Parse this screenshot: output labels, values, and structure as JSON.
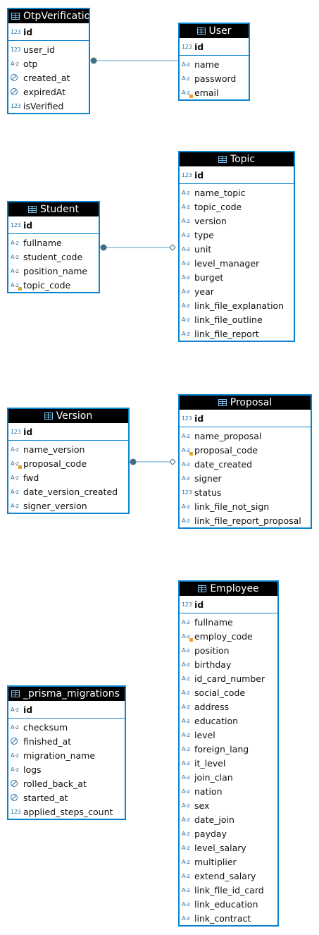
{
  "diagram": {
    "entities": [
      {
        "title": "OtpVerification",
        "primary_key": {
          "name": "id",
          "type_icon": "123"
        },
        "columns": [
          {
            "name": "user_id",
            "type_icon": "123"
          },
          {
            "name": "otp",
            "type_icon": "A-z"
          },
          {
            "name": "created_at",
            "type_icon": "clock"
          },
          {
            "name": "expiredAt",
            "type_icon": "clock"
          },
          {
            "name": "isVerified",
            "type_icon": "123"
          }
        ]
      },
      {
        "title": "User",
        "primary_key": {
          "name": "id",
          "type_icon": "123"
        },
        "columns": [
          {
            "name": "name",
            "type_icon": "A-z"
          },
          {
            "name": "password",
            "type_icon": "A-z"
          },
          {
            "name": "email",
            "type_icon": "A-z"
          }
        ]
      },
      {
        "title": "Student",
        "primary_key": {
          "name": "id",
          "type_icon": "123"
        },
        "columns": [
          {
            "name": "fullname",
            "type_icon": "A-z"
          },
          {
            "name": "student_code",
            "type_icon": "A-z"
          },
          {
            "name": "position_name",
            "type_icon": "A-z"
          },
          {
            "name": "topic_code",
            "type_icon": "A-z"
          }
        ]
      },
      {
        "title": "Topic",
        "primary_key": {
          "name": "id",
          "type_icon": "123"
        },
        "columns": [
          {
            "name": "name_topic",
            "type_icon": "A-z"
          },
          {
            "name": "topic_code",
            "type_icon": "A-z"
          },
          {
            "name": "version",
            "type_icon": "A-z"
          },
          {
            "name": "type",
            "type_icon": "A-z"
          },
          {
            "name": "unit",
            "type_icon": "A-z"
          },
          {
            "name": "level_manager",
            "type_icon": "A-z"
          },
          {
            "name": "burget",
            "type_icon": "A-z"
          },
          {
            "name": "year",
            "type_icon": "A-z"
          },
          {
            "name": "link_file_explanation",
            "type_icon": "A-z"
          },
          {
            "name": "link_file_outline",
            "type_icon": "A-z"
          },
          {
            "name": "link_file_report",
            "type_icon": "A-z"
          }
        ]
      },
      {
        "title": "Version",
        "primary_key": {
          "name": "id",
          "type_icon": "123"
        },
        "columns": [
          {
            "name": "name_version",
            "type_icon": "A-z"
          },
          {
            "name": "proposal_code",
            "type_icon": "A-z"
          },
          {
            "name": "fwd",
            "type_icon": "A-z"
          },
          {
            "name": "date_version_created",
            "type_icon": "A-z"
          },
          {
            "name": "signer_version",
            "type_icon": "A-z"
          }
        ]
      },
      {
        "title": "Proposal",
        "primary_key": {
          "name": "id",
          "type_icon": "123"
        },
        "columns": [
          {
            "name": "name_proposal",
            "type_icon": "A-z"
          },
          {
            "name": "proposal_code",
            "type_icon": "A-z"
          },
          {
            "name": "date_created",
            "type_icon": "A-z"
          },
          {
            "name": "signer",
            "type_icon": "A-z"
          },
          {
            "name": "status",
            "type_icon": "123"
          },
          {
            "name": "link_file_not_sign",
            "type_icon": "A-z"
          },
          {
            "name": "link_file_report_proposal",
            "type_icon": "A-z"
          }
        ]
      },
      {
        "title": "Employee",
        "primary_key": {
          "name": "id",
          "type_icon": "123"
        },
        "columns": [
          {
            "name": "fullname",
            "type_icon": "A-z"
          },
          {
            "name": "employ_code",
            "type_icon": "A-z"
          },
          {
            "name": "position",
            "type_icon": "A-z"
          },
          {
            "name": "birthday",
            "type_icon": "A-z"
          },
          {
            "name": "id_card_number",
            "type_icon": "A-z"
          },
          {
            "name": "social_code",
            "type_icon": "A-z"
          },
          {
            "name": "address",
            "type_icon": "A-z"
          },
          {
            "name": "education",
            "type_icon": "A-z"
          },
          {
            "name": "level",
            "type_icon": "A-z"
          },
          {
            "name": "foreign_lang",
            "type_icon": "A-z"
          },
          {
            "name": "it_level",
            "type_icon": "A-z"
          },
          {
            "name": "join_clan",
            "type_icon": "A-z"
          },
          {
            "name": "nation",
            "type_icon": "A-z"
          },
          {
            "name": "sex",
            "type_icon": "A-z"
          },
          {
            "name": "date_join",
            "type_icon": "A-z"
          },
          {
            "name": "payday",
            "type_icon": "A-z"
          },
          {
            "name": "level_salary",
            "type_icon": "A-z"
          },
          {
            "name": "multiplier",
            "type_icon": "A-z"
          },
          {
            "name": "extend_salary",
            "type_icon": "A-z"
          },
          {
            "name": "link_file_id_card",
            "type_icon": "A-z"
          },
          {
            "name": "link_education",
            "type_icon": "A-z"
          },
          {
            "name": "link_contract",
            "type_icon": "A-z"
          }
        ]
      },
      {
        "title": "_prisma_migrations",
        "primary_key": {
          "name": "id",
          "type_icon": "A-z"
        },
        "columns": [
          {
            "name": "checksum",
            "type_icon": "A-z"
          },
          {
            "name": "finished_at",
            "type_icon": "clock"
          },
          {
            "name": "migration_name",
            "type_icon": "A-z"
          },
          {
            "name": "logs",
            "type_icon": "A-z"
          },
          {
            "name": "rolled_back_at",
            "type_icon": "clock"
          },
          {
            "name": "started_at",
            "type_icon": "clock"
          },
          {
            "name": "applied_steps_count",
            "type_icon": "123"
          }
        ]
      }
    ],
    "relations": [
      {
        "from": "OtpVerification",
        "to": "User",
        "from_end": "dot",
        "to_end": "none"
      },
      {
        "from": "Student",
        "to": "Topic",
        "from_end": "dot",
        "to_end": "diamond"
      },
      {
        "from": "Version",
        "to": "Proposal",
        "from_end": "dot",
        "to_end": "diamond"
      }
    ],
    "colors": {
      "border": "#0b84d0",
      "header_bg": "#000000",
      "header_text": "#ffffff",
      "link_line": "#5a9ec9",
      "endpoint": "#3f6e86",
      "icon": "#2e6f9e",
      "fk_key": "#e8a21a"
    }
  }
}
